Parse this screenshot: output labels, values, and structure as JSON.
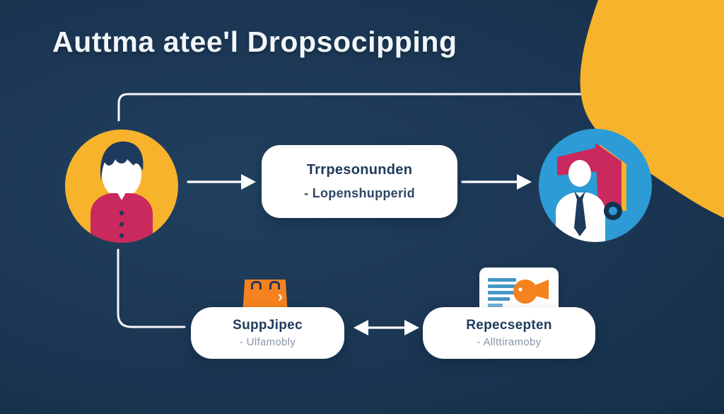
{
  "title": "Auttma atee'l Dropsocipping",
  "palette": {
    "background_navy": "#1B3653",
    "accent_yellow": "#F7B32C",
    "accent_blue": "#2D9BD5",
    "accent_crimson": "#C9295C",
    "accent_orange": "#F5821F",
    "card_white": "#FFFFFF",
    "text_dark": "#1F3A5C",
    "text_muted": "#8795A9",
    "doc_line_blue": "#4596C8",
    "connector_white": "#FFFFFF"
  },
  "flow": {
    "customer_node": {
      "icon": "person-avatar-icon"
    },
    "process_card": {
      "line1": "Trrpesonunden",
      "line2": "- Lopenshupperid"
    },
    "courier_node": {
      "icon": "courier-truck-icon"
    },
    "supplier_card": {
      "title": "SuppJipec",
      "subtitle": "- Ulfamobly",
      "icon": "shopping-bag-icon",
      "bag_glyph": "›"
    },
    "reception_card": {
      "title": "Repecsepten",
      "subtitle": "- Allttiramoby",
      "icon": "document-fish-icon"
    }
  }
}
